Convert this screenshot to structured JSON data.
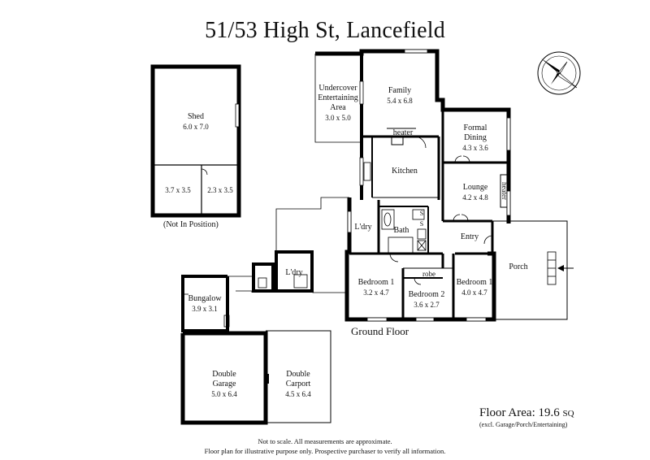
{
  "title": "51/53 High St, Lancefield",
  "rooms": {
    "shed": {
      "name": "Shed",
      "dim": "6.0 x 7.0"
    },
    "shed_a": {
      "dim": "3.7 x 3.5"
    },
    "shed_b": {
      "dim": "2.3 x 3.5"
    },
    "undercover": {
      "name": "Undercover Entertaining Area",
      "dim": "3.0 x 5.0"
    },
    "family": {
      "name": "Family",
      "dim": "5.4 x 6.8"
    },
    "heater_family": {
      "name": "heater"
    },
    "formal_dining": {
      "name": "Formal Dining",
      "dim": "4.3 x 3.6"
    },
    "kitchen": {
      "name": "Kitchen"
    },
    "lounge": {
      "name": "Lounge",
      "dim": "4.2 x 4.8"
    },
    "heater_lounge": {
      "name": "heater"
    },
    "laundry_main": {
      "name": "L'dry"
    },
    "bath": {
      "name": "Bath"
    },
    "entry": {
      "name": "Entry"
    },
    "porch": {
      "name": "Porch"
    },
    "laundry_out": {
      "name": "L'dry"
    },
    "bungalow": {
      "name": "Bungalow",
      "dim": "3.9 x 3.1"
    },
    "bedroom_left": {
      "name": "Bedroom 1",
      "dim": "3.2 x 4.7"
    },
    "bedroom_2": {
      "name": "Bedroom 2",
      "dim": "3.6 x 2.7"
    },
    "robe": {
      "name": "robe"
    },
    "bedroom_right": {
      "name": "Bedroom 1",
      "dim": "4.0 x 4.7"
    },
    "garage": {
      "name": "Double Garage",
      "dim": "5.0 x 6.4"
    },
    "carport": {
      "name": "Double Carport",
      "dim": "4.5 x 6.4"
    }
  },
  "labels": {
    "shed_note": "(Not In Position)",
    "ground_floor": "Ground Floor",
    "s1": "S",
    "s2": "S"
  },
  "floor_area": {
    "label": "Floor Area: 19.6",
    "unit": "SQ",
    "note": "(excl. Garage/Porch/Entertaining)"
  },
  "disclaimer": {
    "line1": "Not to scale. All measurements are approximate.",
    "line2": "Floor plan for illustrative purpose only. Prospective purchaser to verify all information."
  },
  "icons": {
    "compass": "compass-icon",
    "entry_arrow": "entry-arrow-icon"
  }
}
